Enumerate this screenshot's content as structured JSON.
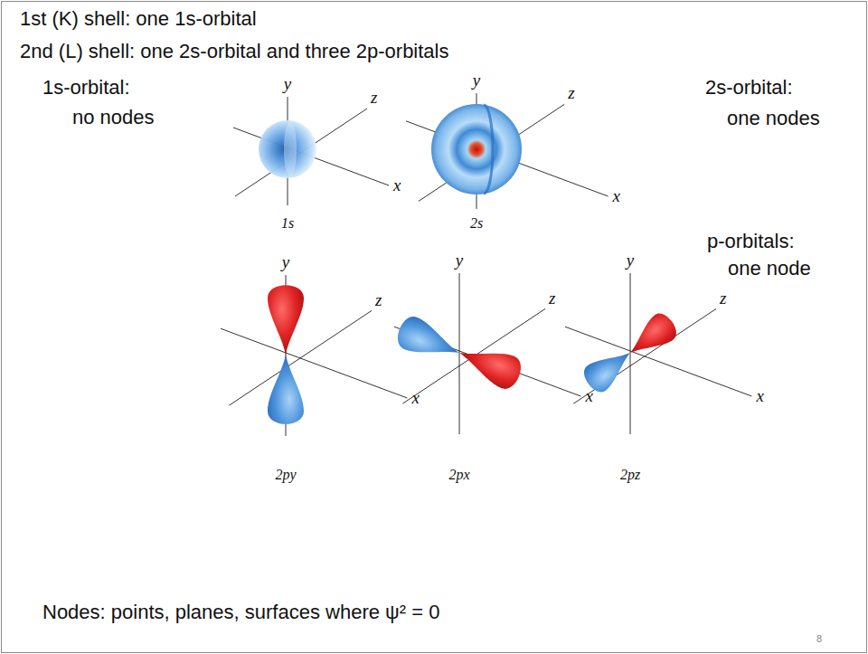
{
  "diagram": {
    "labels": [
      "1st (K) shell: one 1s-orbital",
      "2nd (L) shell: one 2s-orbital and three 2p-orbitals",
      "1s-orbital:",
      "no nodes",
      "2s-orbital:",
      "one nodes",
      "y",
      "z",
      "x",
      "1s",
      "y",
      "z",
      "x",
      "2s",
      "p-orbitals:",
      "one node",
      "y",
      "z",
      "x",
      "2py",
      "y",
      "z",
      "x",
      "2px",
      "y",
      "z",
      "x",
      "2pz",
      "Nodes: points, planes, surfaces where ψ² = 0",
      "8"
    ]
  }
}
